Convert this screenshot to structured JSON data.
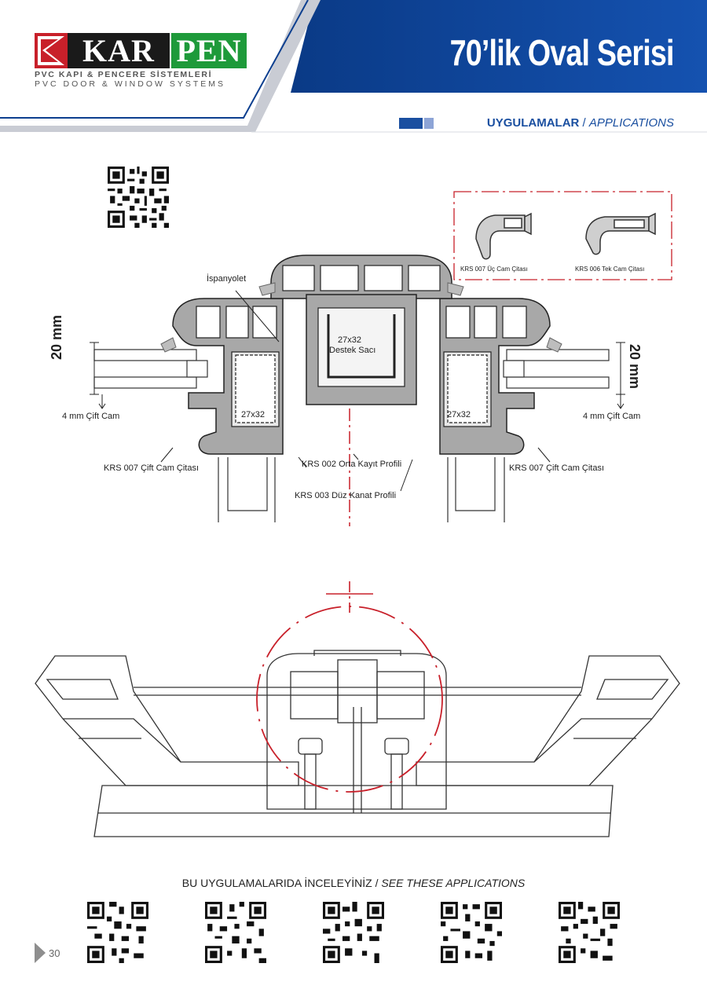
{
  "header": {
    "series_title": "70’lik Oval Serisi",
    "brand_left": "KAR",
    "brand_right": "PEN",
    "tagline_tr": "PVC KAPI & PENCERE SİSTEMLERİ",
    "tagline_en": "PVC DOOR & WINDOW SYSTEMS",
    "colors": {
      "primary_blue": "#0d3f8f",
      "brand_green": "#1e9a3a",
      "brand_red": "#c8202a",
      "accent": "#1a4fa0"
    }
  },
  "section": {
    "label_tr": "UYGULAMALAR",
    "separator": " / ",
    "label_en": "APPLICATIONS"
  },
  "diagram_labels": {
    "ispanyolet": "İspanyolet",
    "destek_line1": "27x32",
    "destek_line2": "Destek Sacı",
    "dim_left": "27x32",
    "dim_right": "27x32",
    "mm_left": "20 mm",
    "mm_right": "20 mm",
    "glass_left": "4 mm Çift Cam",
    "glass_right": "4 mm Çift Cam",
    "bead_left": "KRS 007 Çift Cam Çitası",
    "bead_right": "KRS 007 Çift Cam Çitası",
    "krs002": "KRS 002 Orta Kayıt Profili",
    "krs003": "KRS 003 Düz Kanat Profili",
    "inset_a": "KRS 007 Üç Cam Çitası",
    "inset_b": "KRS 006 Tek Cam Çitası"
  },
  "footer": {
    "see_tr": "BU UYGULAMALARIDA İNCELEYİNİZ",
    "see_sep": " / ",
    "see_en": "SEE THESE APPLICATIONS",
    "page_number": "30"
  },
  "icons": [
    "qr-code-icon",
    "page-arrow-icon",
    "karpen-logo-emblem"
  ]
}
